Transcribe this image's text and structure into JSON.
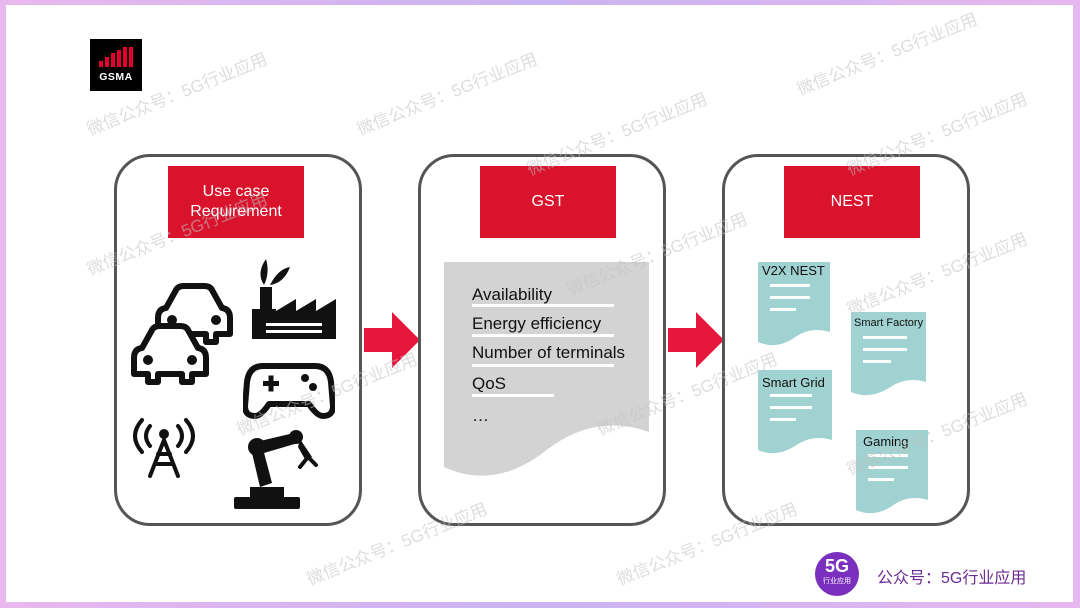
{
  "logo": {
    "name": "gsma-logo",
    "text": "GSMA"
  },
  "panels": [
    {
      "title": "Use case\nRequirement"
    },
    {
      "title": "GST"
    },
    {
      "title": "NEST"
    }
  ],
  "gst": {
    "items": [
      "Availability",
      "Energy efficiency",
      "Number of terminals",
      "QoS",
      "…"
    ]
  },
  "nest": {
    "docs": [
      {
        "label": "V2X NEST"
      },
      {
        "label": "Smart Factory"
      },
      {
        "label": "Smart Grid"
      },
      {
        "label": "Gaming"
      }
    ]
  },
  "icons": [
    "car-icon",
    "factory-icon",
    "gamepad-icon",
    "radio-tower-icon",
    "robot-arm-icon",
    "arrow-right-icon"
  ],
  "watermark": "微信公众号：5G行业应用",
  "footer": {
    "badge_main": "5G",
    "badge_sub": "行业应用",
    "text": "公众号：5G行业应用"
  },
  "colors": {
    "accent": "#d9132b",
    "doc_gray": "#d3d3d3",
    "doc_teal": "#9fd2d0",
    "footer": "#6b2c91"
  }
}
